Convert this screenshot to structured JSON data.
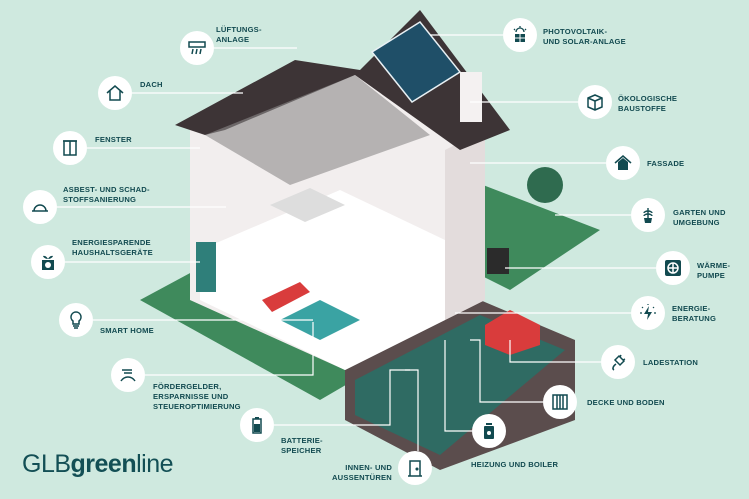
{
  "brand": {
    "part1": "GLB",
    "part2": "green",
    "part3": "line"
  },
  "colors": {
    "background": "#cfe9df",
    "text": "#124a50",
    "grass": "#3f8a5c",
    "roof": "#3d3436",
    "accent_red": "#d93c3c"
  },
  "labels": [
    {
      "id": "lueftung",
      "text": "LÜFTUNGS-\nANLAGE",
      "icon": "ventilation-icon"
    },
    {
      "id": "dach",
      "text": "DACH",
      "icon": "house-roof-icon"
    },
    {
      "id": "fenster",
      "text": "FENSTER",
      "icon": "window-icon"
    },
    {
      "id": "asbest",
      "text": "ASBEST- UND SCHAD-\nSTOFFSANIERUNG",
      "icon": "hard-hat-icon"
    },
    {
      "id": "geraete",
      "text": "ENERGIESPARENDE\nHAUSHALTSGERÄTE",
      "icon": "appliance-icon"
    },
    {
      "id": "smarthome",
      "text": "SMART HOME",
      "icon": "lightbulb-icon"
    },
    {
      "id": "foerder",
      "text": "FÖRDERGELDER,\nERSPARNISSE UND\nSTEUEROPTIMIERUNG",
      "icon": "money-hand-icon"
    },
    {
      "id": "batterie",
      "text": "BATTERIE-\nSPEICHER",
      "icon": "battery-icon"
    },
    {
      "id": "tueren",
      "text": "INNEN- UND\nAUSSENTÜREN",
      "icon": "door-icon"
    },
    {
      "id": "heizung",
      "text": "HEIZUNG UND BOILER",
      "icon": "boiler-icon"
    },
    {
      "id": "decke",
      "text": "DECKE UND BODEN",
      "icon": "floor-panels-icon"
    },
    {
      "id": "lade",
      "text": "LADESTATION",
      "icon": "plug-icon"
    },
    {
      "id": "beratung",
      "text": "ENERGIE-\nBERATUNG",
      "icon": "energy-bolt-icon"
    },
    {
      "id": "waerme",
      "text": "WÄRME-\nPUMPE",
      "icon": "fan-icon"
    },
    {
      "id": "garten",
      "text": "GARTEN UND\nUMGEBUNG",
      "icon": "plant-icon"
    },
    {
      "id": "fassade",
      "text": "FASSADE",
      "icon": "facade-house-icon"
    },
    {
      "id": "baustoffe",
      "text": "ÖKOLOGISCHE\nBAUSTOFFE",
      "icon": "material-cube-icon"
    },
    {
      "id": "pv",
      "text": "PHOTOVOLTAIK-\nUND SOLAR-ANLAGE",
      "icon": "solar-panel-icon"
    }
  ]
}
